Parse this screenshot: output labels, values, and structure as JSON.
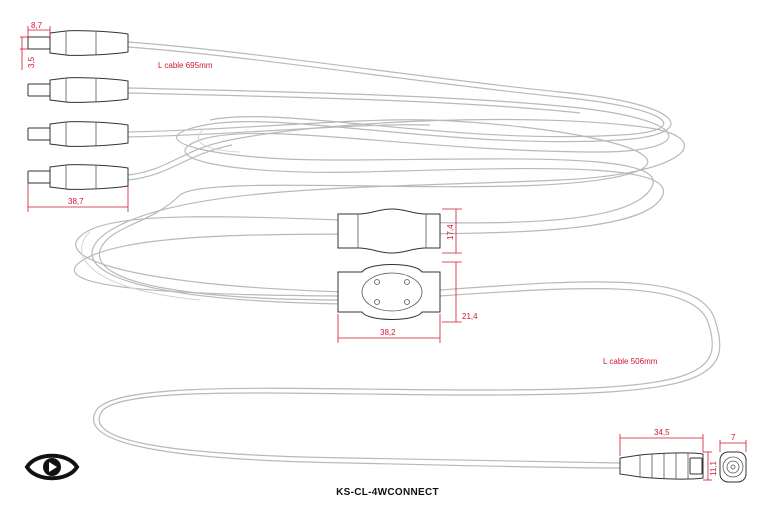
{
  "drawing": {
    "model_code": "KS-CL-4WCONNECT",
    "notes": {
      "cable_upper": "L cable 695mm",
      "cable_lower": "L cable 506mm"
    },
    "dimensions": {
      "plug_tip_width": "8,7",
      "plug_tip_height": "3,5",
      "plug_length": "38,7",
      "splitter_small_height": "17,4",
      "splitter_large_height": "21,4",
      "splitter_width": "38,2",
      "jack_length": "34,5",
      "jack_height": "11,1",
      "jack_face_width": "7"
    },
    "logo": "eye-play-logo"
  }
}
